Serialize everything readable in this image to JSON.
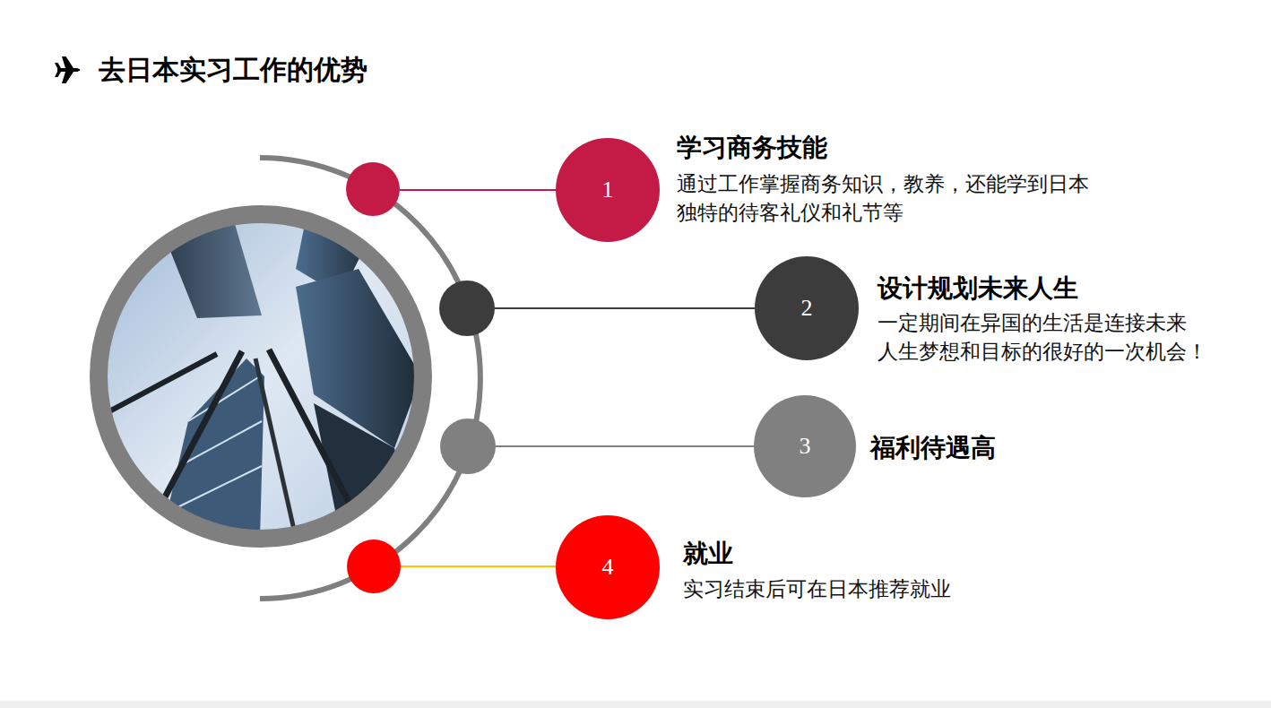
{
  "diagram": {
    "title": "去日本实习工作的优势",
    "nodes": [
      {
        "text": [
          "1",
          "学习商务技能",
          "通过工作掌握商务知识，教养，还能学到日本 独特的待客礼仪和礼节等"
        ]
      },
      {
        "text": [
          "2",
          "设计规划未来人生",
          "一定期间在异国的生活是连接未来 人生梦想和目标的很好的一次机会！"
        ]
      },
      {
        "text": [
          "3",
          "福利待遇高"
        ]
      },
      {
        "text": [
          "4",
          "就业",
          "实习结束后可在日本推荐就业"
        ]
      }
    ]
  }
}
